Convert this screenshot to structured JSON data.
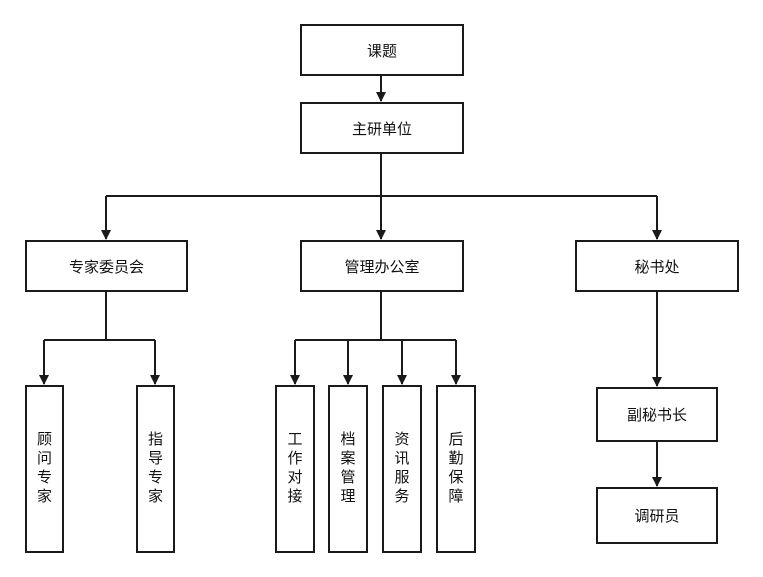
{
  "colors": {
    "line": "#1a1a1a",
    "box_border": "#1a1a1a",
    "text": "#111111",
    "background": "#ffffff"
  },
  "nodes": {
    "topic": "课题",
    "lead_unit": "主研单位",
    "expert_committee": "专家委员会",
    "management_office": "管理办公室",
    "secretariat": "秘书处",
    "consultant_expert": "顾问专家",
    "guidance_expert": "指导专家",
    "work_liaison": "工作对接",
    "archive_management": "档案管理",
    "information_service": "资讯服务",
    "logistics_support": "后勤保障",
    "deputy_secretary_general": "副秘书长",
    "researcher": "调研员"
  }
}
